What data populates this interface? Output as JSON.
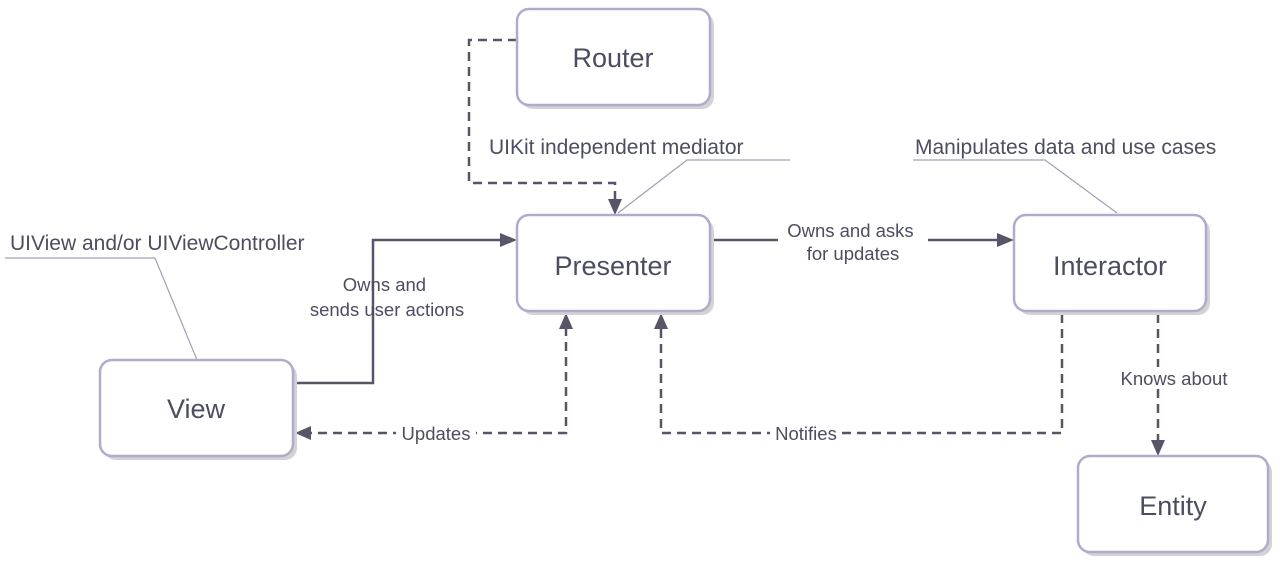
{
  "nodes": {
    "router": "Router",
    "presenter": "Presenter",
    "interactor": "Interactor",
    "view": "View",
    "entity": "Entity"
  },
  "notes": {
    "presenter_note": "UIKit independent mediator",
    "interactor_note": "Manipulates data and use cases",
    "view_note": "UIView and/or UIViewController"
  },
  "edges": {
    "view_to_presenter": [
      "Owns and",
      "sends user actions"
    ],
    "presenter_to_interactor": [
      "Owns and asks",
      "for updates"
    ],
    "presenter_to_view": "Updates",
    "interactor_to_presenter": "Notifies",
    "interactor_to_entity": "Knows about"
  },
  "colors": {
    "box_border": "#b3a9cd",
    "text": "#4d4d61",
    "edge": "#585568"
  }
}
